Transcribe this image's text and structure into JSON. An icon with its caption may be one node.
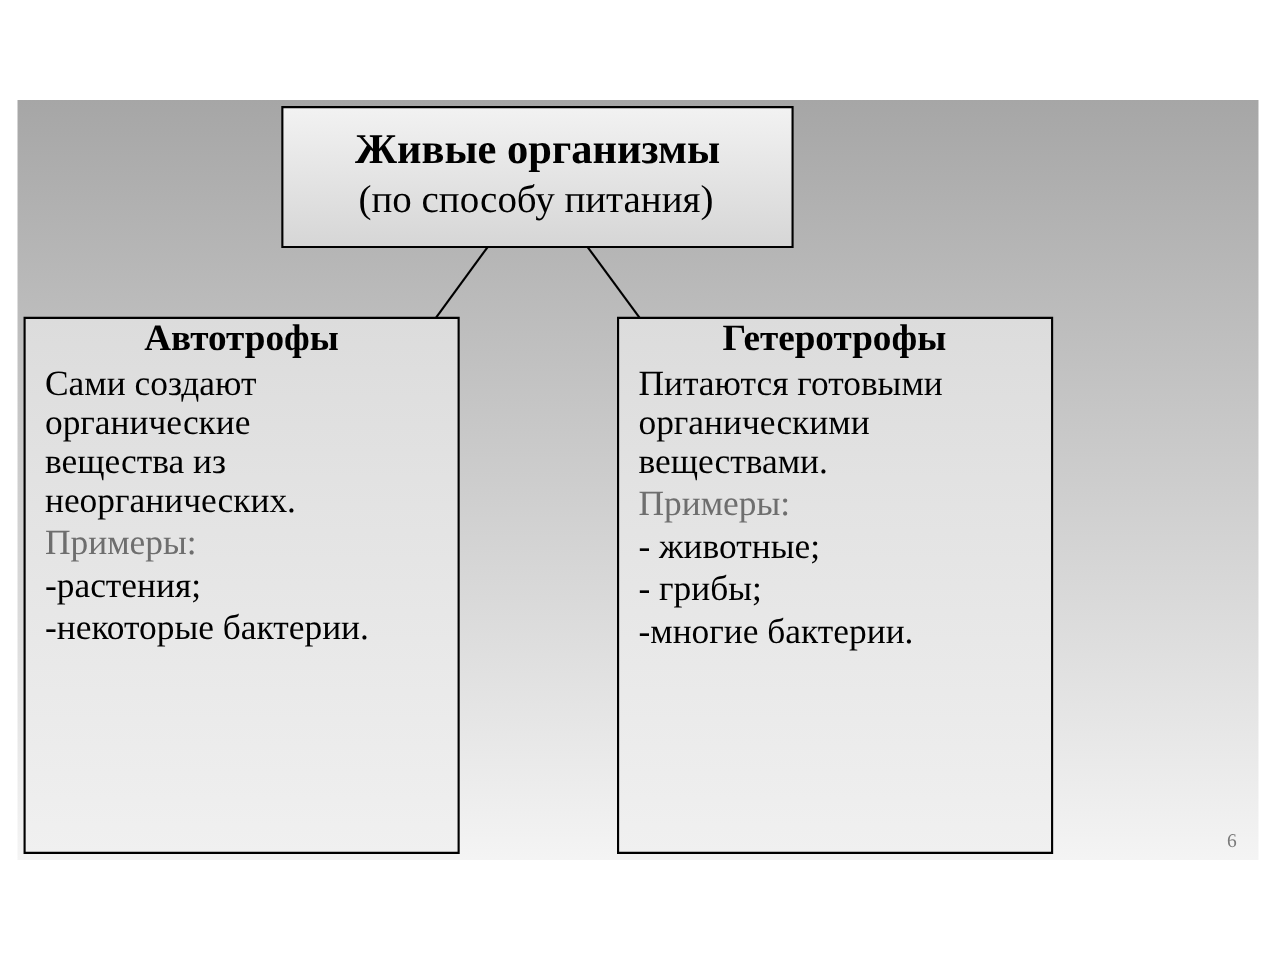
{
  "diagram": {
    "nodes": [
      {
        "text": [
          "Живые организмы",
          "(по способу питания)"
        ]
      },
      {
        "text": [
          "Автотрофы",
          "Сами создают органические вещества из неорганических.",
          "Примеры:",
          "-растения;",
          "-некоторые бактерии."
        ]
      },
      {
        "text": [
          "Гетеротрофы",
          "Питаются готовыми органическими веществами.",
          "Примеры:",
          "- животные;",
          "- грибы;",
          "-многие бактерии."
        ]
      }
    ],
    "edges": [
      {
        "from": 0,
        "to": 1,
        "arrow": "none"
      },
      {
        "from": 0,
        "to": 2,
        "arrow": "none"
      }
    ],
    "labels": [
      "6"
    ]
  }
}
